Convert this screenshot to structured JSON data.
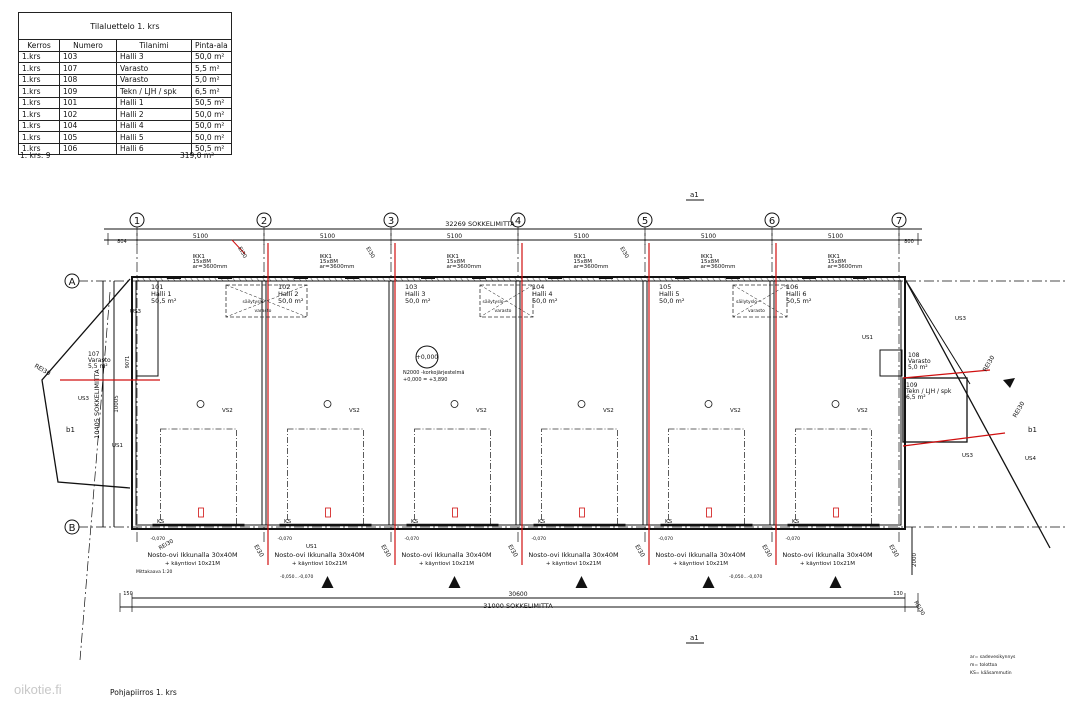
{
  "room_table": {
    "title": "Tilaluettelo 1. krs",
    "headers": [
      "Kerros",
      "Numero",
      "Tilanimi",
      "Pinta-ala"
    ],
    "rows": [
      [
        "1.krs",
        "103",
        "Halli 3",
        "50,0 m²"
      ],
      [
        "1.krs",
        "107",
        "Varasto",
        "5,5 m²"
      ],
      [
        "1.krs",
        "108",
        "Varasto",
        "5,0 m²"
      ],
      [
        "1.krs",
        "109",
        "Tekn / LJH / spk",
        "6,5 m²"
      ],
      [
        "1.krs",
        "101",
        "Halli 1",
        "50,5 m²"
      ],
      [
        "1.krs",
        "102",
        "Halli 2",
        "50,0 m²"
      ],
      [
        "1.krs",
        "104",
        "Halli 4",
        "50,0 m²"
      ],
      [
        "1.krs",
        "105",
        "Halli 5",
        "50,0 m²"
      ],
      [
        "1.krs",
        "106",
        "Halli 6",
        "50,5 m²"
      ]
    ],
    "summary_label": "1. krs: 9",
    "summary_total": "319,0 m²"
  },
  "plan": {
    "grid_columns": [
      "1",
      "2",
      "3",
      "4",
      "5",
      "6",
      "7"
    ],
    "grid_rows": [
      "A",
      "B"
    ],
    "top_total_dim": "32269 SOKKELIMITTA",
    "bottom_total_dim": "31000 SOKKELIMITTA",
    "bottom_inner_dim": "30600",
    "bay_dims": [
      "5100",
      "5100",
      "5100",
      "5100",
      "5100",
      "5100"
    ],
    "edge_dims": [
      "804",
      "130",
      "130",
      "800",
      "200",
      "200",
      "130",
      "150"
    ],
    "left_total_dim": "10405 SOKKELIMITTA",
    "left_inner_dim": "10005",
    "left_small_dims": [
      "9071",
      "200"
    ],
    "right_dim": "2000",
    "section_marks": [
      "a1",
      "a1",
      "b1",
      "b1"
    ],
    "north_mark": "a",
    "rooms": [
      {
        "num": "101",
        "name": "Halli 1",
        "area": "50,5 m²"
      },
      {
        "num": "102",
        "name": "Halli 2",
        "area": "50,0 m²"
      },
      {
        "num": "103",
        "name": "Halli 3",
        "area": "50,0 m²"
      },
      {
        "num": "104",
        "name": "Halli 4",
        "area": "50,0 m²"
      },
      {
        "num": "105",
        "name": "Halli 5",
        "area": "50,0 m²"
      },
      {
        "num": "106",
        "name": "Halli 6",
        "area": "50,5 m²"
      }
    ],
    "side_rooms": [
      {
        "num": "107",
        "name": "Varasto",
        "area": "5,5 m²"
      },
      {
        "num": "108",
        "name": "Varasto",
        "area": "5,0 m²"
      },
      {
        "num": "109",
        "name": "Tekn / LJH / spk",
        "area": "6,5 m²"
      }
    ],
    "windows": {
      "l1": "IKK1",
      "l2": "15x8M",
      "l3": "ar=3600mm"
    },
    "window_alt": {
      "l1": "US1",
      "l2": "15x8M",
      "l3": "ar=3600mm"
    },
    "storage_lofts": [
      "säilytyslo-",
      "parvi",
      "varasto"
    ],
    "door_text": {
      "l1": "Nosto-ovi Ikkunalla 30x40M",
      "l2": "+ käyntiovi 10x21M"
    },
    "fire_labels": [
      "REI30",
      "EI30",
      "REI30",
      "EI30"
    ],
    "wall_labels": [
      "VS2",
      "US1",
      "US3",
      "US4",
      "KS"
    ],
    "level_tag": "+0,000",
    "level_note_1": "N2000 -korkojärjestelmä",
    "level_note_2": "+0,000 = +3,890",
    "level_marks": [
      "-0,070",
      "-0,050...-0,070"
    ],
    "scale_note": "Mittakaava 1:20",
    "legend": [
      "ar= sadevesikynnys",
      "m= tolottoa",
      "KS= kääsammutin"
    ],
    "drawing_title": "Pohjapiirros 1. krs"
  },
  "watermark": "oikotie.fi",
  "colors": {
    "line": "#111111",
    "fire": "#d01010",
    "dash": "#333333"
  }
}
